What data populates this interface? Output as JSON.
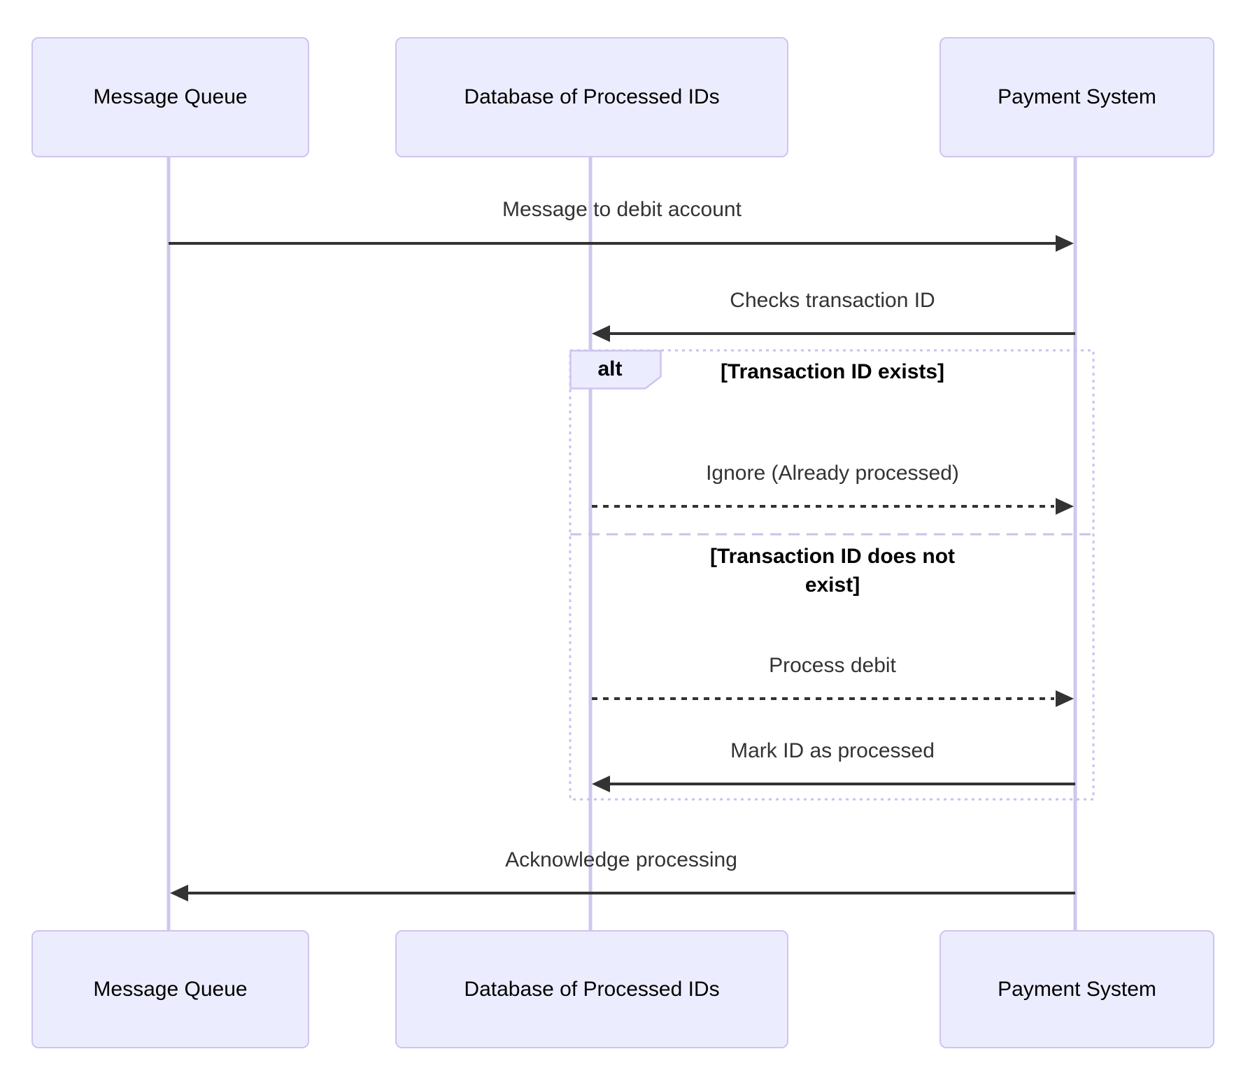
{
  "diagram": {
    "type": "sequence-diagram",
    "actors": [
      {
        "id": "mq",
        "name": "Message Queue"
      },
      {
        "id": "db",
        "name": "Database of Processed IDs"
      },
      {
        "id": "ps",
        "name": "Payment System"
      }
    ],
    "messages": [
      {
        "from": "mq",
        "to": "ps",
        "label": "Message to debit account",
        "style": "solid"
      },
      {
        "from": "ps",
        "to": "db",
        "label": "Checks transaction ID",
        "style": "solid"
      },
      {
        "from": "db",
        "to": "ps",
        "label": "Ignore (Already processed)",
        "style": "dashed"
      },
      {
        "from": "db",
        "to": "ps",
        "label": "Process debit",
        "style": "dashed"
      },
      {
        "from": "ps",
        "to": "db",
        "label": "Mark ID as processed",
        "style": "solid"
      },
      {
        "from": "ps",
        "to": "mq",
        "label": "Acknowledge processing",
        "style": "solid"
      }
    ],
    "alt_frame": {
      "label": "alt",
      "branches": [
        {
          "condition": "[Transaction ID exists]",
          "messages": [
            "Ignore (Already processed)"
          ]
        },
        {
          "condition": "[Transaction ID does not exist]",
          "messages": [
            "Process debit",
            "Mark ID as processed"
          ]
        }
      ]
    },
    "colors": {
      "actor_fill": "#ECECFF",
      "actor_border": "#CFC4EF",
      "lifeline": "#D0C7EE",
      "arrow": "#333333",
      "message_text": "#333333",
      "frame_border": "#C9C2EC",
      "label_fill": "#ECECFF",
      "text": "#000000"
    }
  }
}
